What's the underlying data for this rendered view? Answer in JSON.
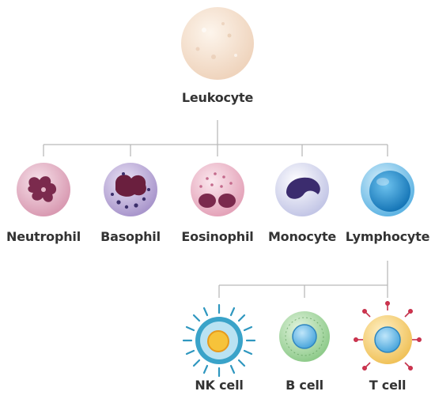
{
  "root": {
    "label": "Leukocyte"
  },
  "types": [
    {
      "label": "Neutrophil"
    },
    {
      "label": "Basophil"
    },
    {
      "label": "Eosinophil"
    },
    {
      "label": "Monocyte"
    },
    {
      "label": "Lymphocyte"
    }
  ],
  "lymphocyte_subtypes": [
    {
      "label": "NK cell"
    },
    {
      "label": "B cell"
    },
    {
      "label": "T cell"
    }
  ],
  "colors": {
    "connector": "#b9b9b9",
    "label_text": "#333333",
    "leukocyte": "#f5e3d2",
    "neutrophil": "#e7b9c9",
    "basophil": "#c4b4dd",
    "eosinophil": "#f2c4d3",
    "monocyte": "#dcdcf2",
    "lymphocyte": "#8fcdf0",
    "nk_cell": "#3aa3c9",
    "b_cell": "#a8d9a8",
    "t_cell": "#f6d98d"
  },
  "icons": [
    "leukocyte-cell-icon",
    "neutrophil-cell-icon",
    "basophil-cell-icon",
    "eosinophil-cell-icon",
    "monocyte-cell-icon",
    "lymphocyte-cell-icon",
    "nk-cell-icon",
    "b-cell-icon",
    "t-cell-icon"
  ]
}
